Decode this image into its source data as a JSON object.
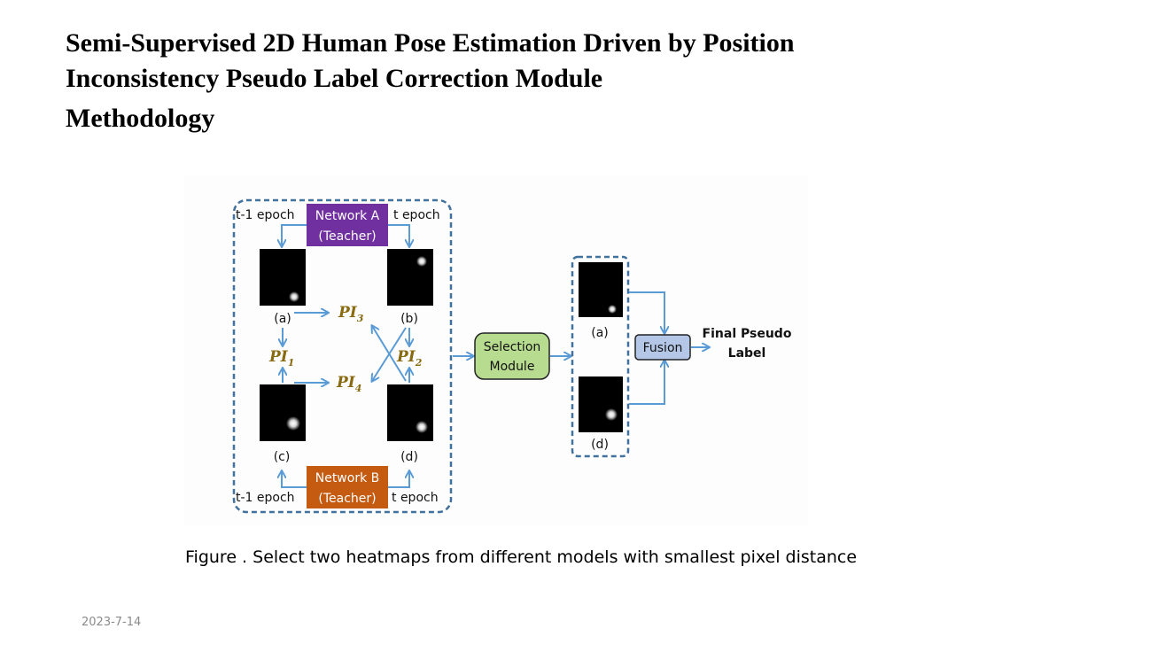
{
  "slide": {
    "title_line1": "Semi-Supervised 2D Human Pose Estimation Driven by Position",
    "title_line2": "Inconsistency Pseudo Label Correction Module",
    "section": "Methodology",
    "caption": "Figure . Select two heatmaps from different models with smallest pixel distance",
    "date": "2023-7-14"
  },
  "diagram": {
    "network_a": {
      "line1": "Network A",
      "line2": "(Teacher)",
      "color": "#7030a0"
    },
    "network_b": {
      "line1": "Network B",
      "line2": "(Teacher)",
      "color": "#c55a11"
    },
    "prev_epoch": "t-1 epoch",
    "curr_epoch": "t epoch",
    "heatmap_labels": {
      "a": "(a)",
      "b": "(b)",
      "c": "(c)",
      "d": "(d)"
    },
    "pi_symbol": "PI",
    "pi_subs": {
      "pi1": "1",
      "pi2": "2",
      "pi3": "3",
      "pi4": "4"
    },
    "selection": {
      "line1": "Selection",
      "line2": "Module",
      "color": "#b7dc90"
    },
    "fusion": {
      "label": "Fusion",
      "color": "#b4c7e7"
    },
    "output": {
      "line1": "Final Pseudo",
      "line2": "Label"
    },
    "colors": {
      "arrow": "#5b9bd5",
      "dash": "#41719c",
      "pi": "#8a6a10"
    }
  }
}
